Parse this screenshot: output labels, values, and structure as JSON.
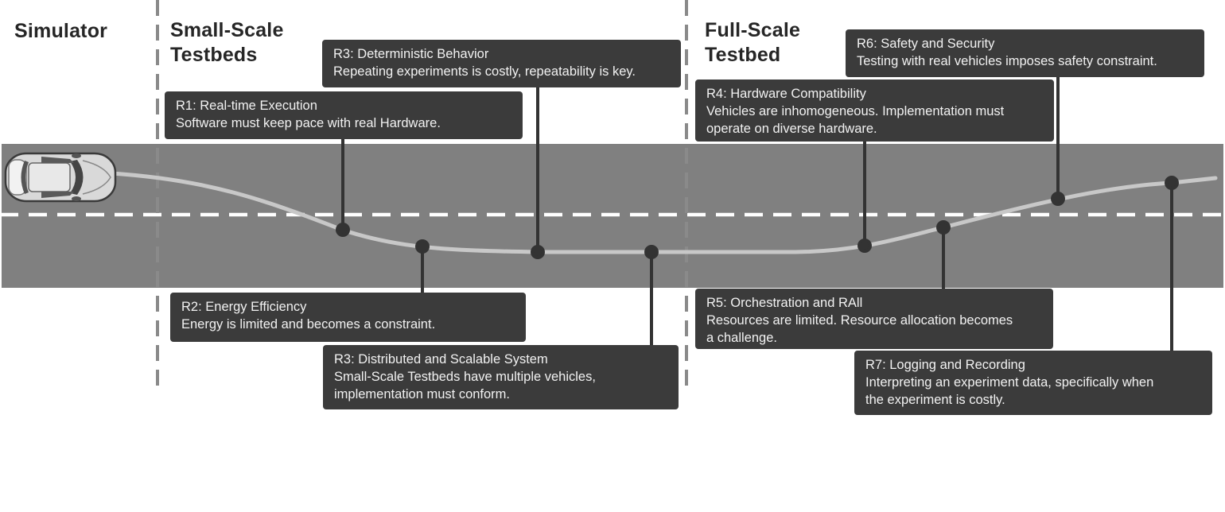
{
  "sections": {
    "simulator": "Simulator",
    "small_scale": "Small-Scale\nTestbeds",
    "full_scale": "Full-Scale\nTestbed"
  },
  "requirements": [
    {
      "title": "R1: Real-time Execution",
      "desc": "Software must keep pace with real Hardware."
    },
    {
      "title": "R2: Energy Efficiency",
      "desc": "Energy is limited and becomes a constraint."
    },
    {
      "title": "R3: Deterministic Behavior",
      "desc": "Repeating experiments is costly, repeatability is key."
    },
    {
      "title": "R3: Distributed and Scalable System",
      "desc": "Small-Scale Testbeds have multiple vehicles,\nimplementation must conform."
    },
    {
      "title": "R4: Hardware Compatibility",
      "desc": "Vehicles are inhomogeneous. Implementation must\noperate on diverse hardware."
    },
    {
      "title": "R5: Orchestration and RAll",
      "desc": "Resources are limited. Resource allocation becomes\na challenge."
    },
    {
      "title": "R6: Safety and Security",
      "desc": "Testing with real vehicles imposes safety constraint."
    },
    {
      "title": "R7: Logging and Recording",
      "desc": "Interpreting an experiment data, specifically when\nthe experiment is costly."
    }
  ],
  "colors": {
    "road": "#808080",
    "lane_marking": "#ffffff",
    "path": "#c8c8c8",
    "box_fill": "#3b3b3b",
    "box_text": "#f2f2f2",
    "connector": "#333333",
    "divider": "#8a8a8a"
  },
  "icons": {
    "vehicle": "car-topview-icon"
  }
}
